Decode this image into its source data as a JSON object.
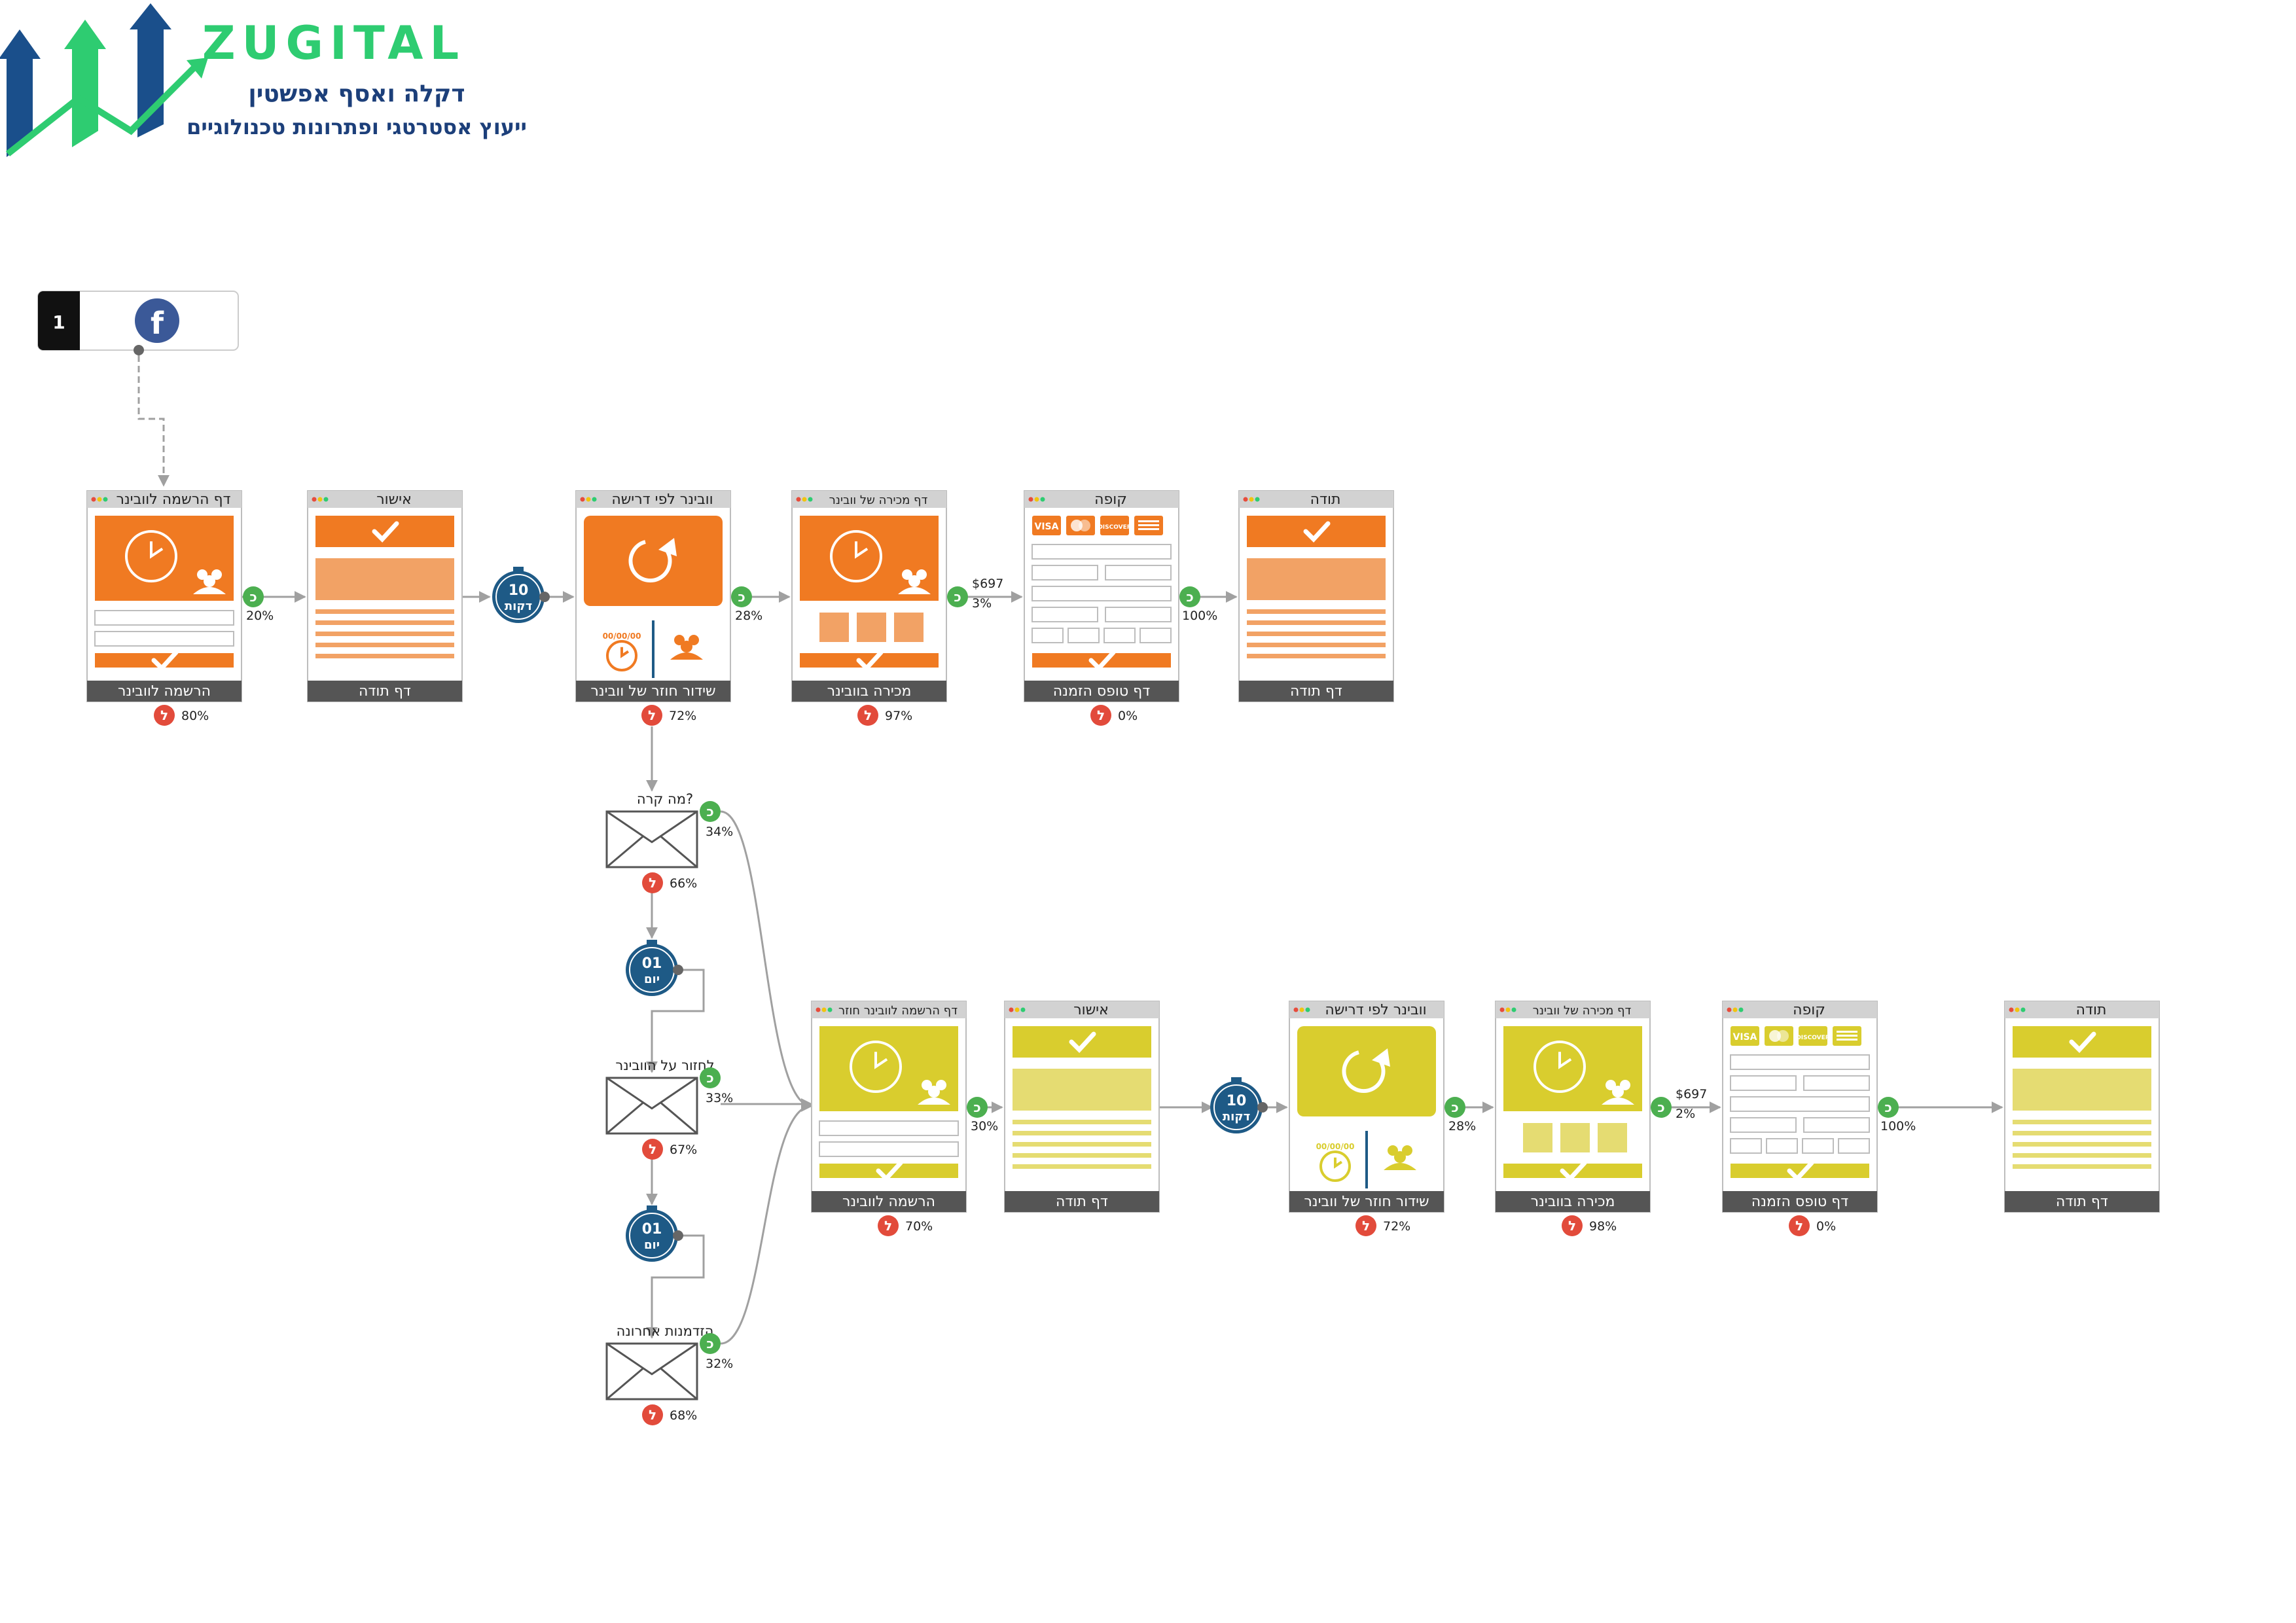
{
  "brand": {
    "name": "ZUGITAL",
    "subtitle": "דקלה ואסף אפשטין",
    "tagline": "ייעוץ אסטרטגי ופתרונות טכנולוגיים",
    "colors": {
      "name": "#2ecc71",
      "subtitle": "#1c3f7a",
      "arrows": [
        "#2ecc71",
        "#1a4f8b"
      ]
    }
  },
  "colors": {
    "orange": "#f07a22",
    "orange_light": "#f2a265",
    "yellow": "#d9cd2e",
    "yellow_light": "#e5dc72",
    "dark_blue": "#1e5a86",
    "green_badge": "#4caf50",
    "red_badge": "#e24b3b",
    "footer_gray": "#555555",
    "header_gray": "#d2d2d2",
    "line_gray": "#a0a0a0"
  },
  "source": {
    "number": "1",
    "icon": "facebook-icon"
  },
  "badges": {
    "yes": "כ",
    "no": "ל"
  },
  "funnel_row_1": {
    "pages": [
      {
        "title": "דף הרשמה לוובינר",
        "footer": "הרשמה לוובינר",
        "icon": "clock-icon",
        "no_pct": "80%"
      },
      {
        "title": "אישור",
        "footer": "דף תודה",
        "icon": "check-icon"
      },
      {
        "title": "וובינר לפי דרישה",
        "footer": "שידור חוזר של וובינר",
        "icon": "replay-icon",
        "no_pct": "72%"
      },
      {
        "title": "דף מכירה של וובינר",
        "footer": "מכירה בוובינר",
        "icon": "clock-icon",
        "no_pct": "97%"
      },
      {
        "title": "קופה",
        "footer": "דף טופס הזמנה",
        "icon": "credit-card-icon",
        "no_pct": "0%"
      },
      {
        "title": "תודה",
        "footer": "דף תודה",
        "icon": "check-icon"
      }
    ],
    "yes_pcts": [
      "20%",
      "28%",
      "3%",
      "100%"
    ],
    "price": "$697",
    "timer": {
      "value": "10",
      "unit": "דקות"
    }
  },
  "emails": [
    {
      "title": "מה קרה?",
      "yes_pct": "34%",
      "no_pct": "66%"
    },
    {
      "title": "לחזור על הוובינר",
      "yes_pct": "33%",
      "no_pct": "67%"
    },
    {
      "title": "הזדמנות אחרונה",
      "yes_pct": "32%",
      "no_pct": "68%"
    }
  ],
  "email_timers": [
    {
      "value": "01",
      "unit": "יום"
    },
    {
      "value": "01",
      "unit": "יום"
    }
  ],
  "funnel_row_2": {
    "pages": [
      {
        "title": "דף הרשמה לוובינר חוזר",
        "footer": "הרשמה לוובינר",
        "icon": "clock-icon",
        "no_pct": "70%"
      },
      {
        "title": "אישור",
        "footer": "דף תודה",
        "icon": "check-icon"
      },
      {
        "title": "וובינר לפי דרישה",
        "footer": "שידור חוזר של וובינר",
        "icon": "replay-icon",
        "no_pct": "72%"
      },
      {
        "title": "דף מכירה של וובינר",
        "footer": "מכירה בוובינר",
        "icon": "clock-icon",
        "no_pct": "98%"
      },
      {
        "title": "קופה",
        "footer": "דף טופס הזמנה",
        "icon": "credit-card-icon",
        "no_pct": "0%"
      },
      {
        "title": "תודה",
        "footer": "דף תודה",
        "icon": "check-icon"
      }
    ],
    "yes_pcts": [
      "30%",
      "28%",
      "2%",
      "100%"
    ],
    "price": "$697",
    "timer": {
      "value": "10",
      "unit": "דקות"
    }
  },
  "date_placeholder": "00/00/00",
  "card_brands": [
    "VISA",
    "DISCOVER"
  ]
}
